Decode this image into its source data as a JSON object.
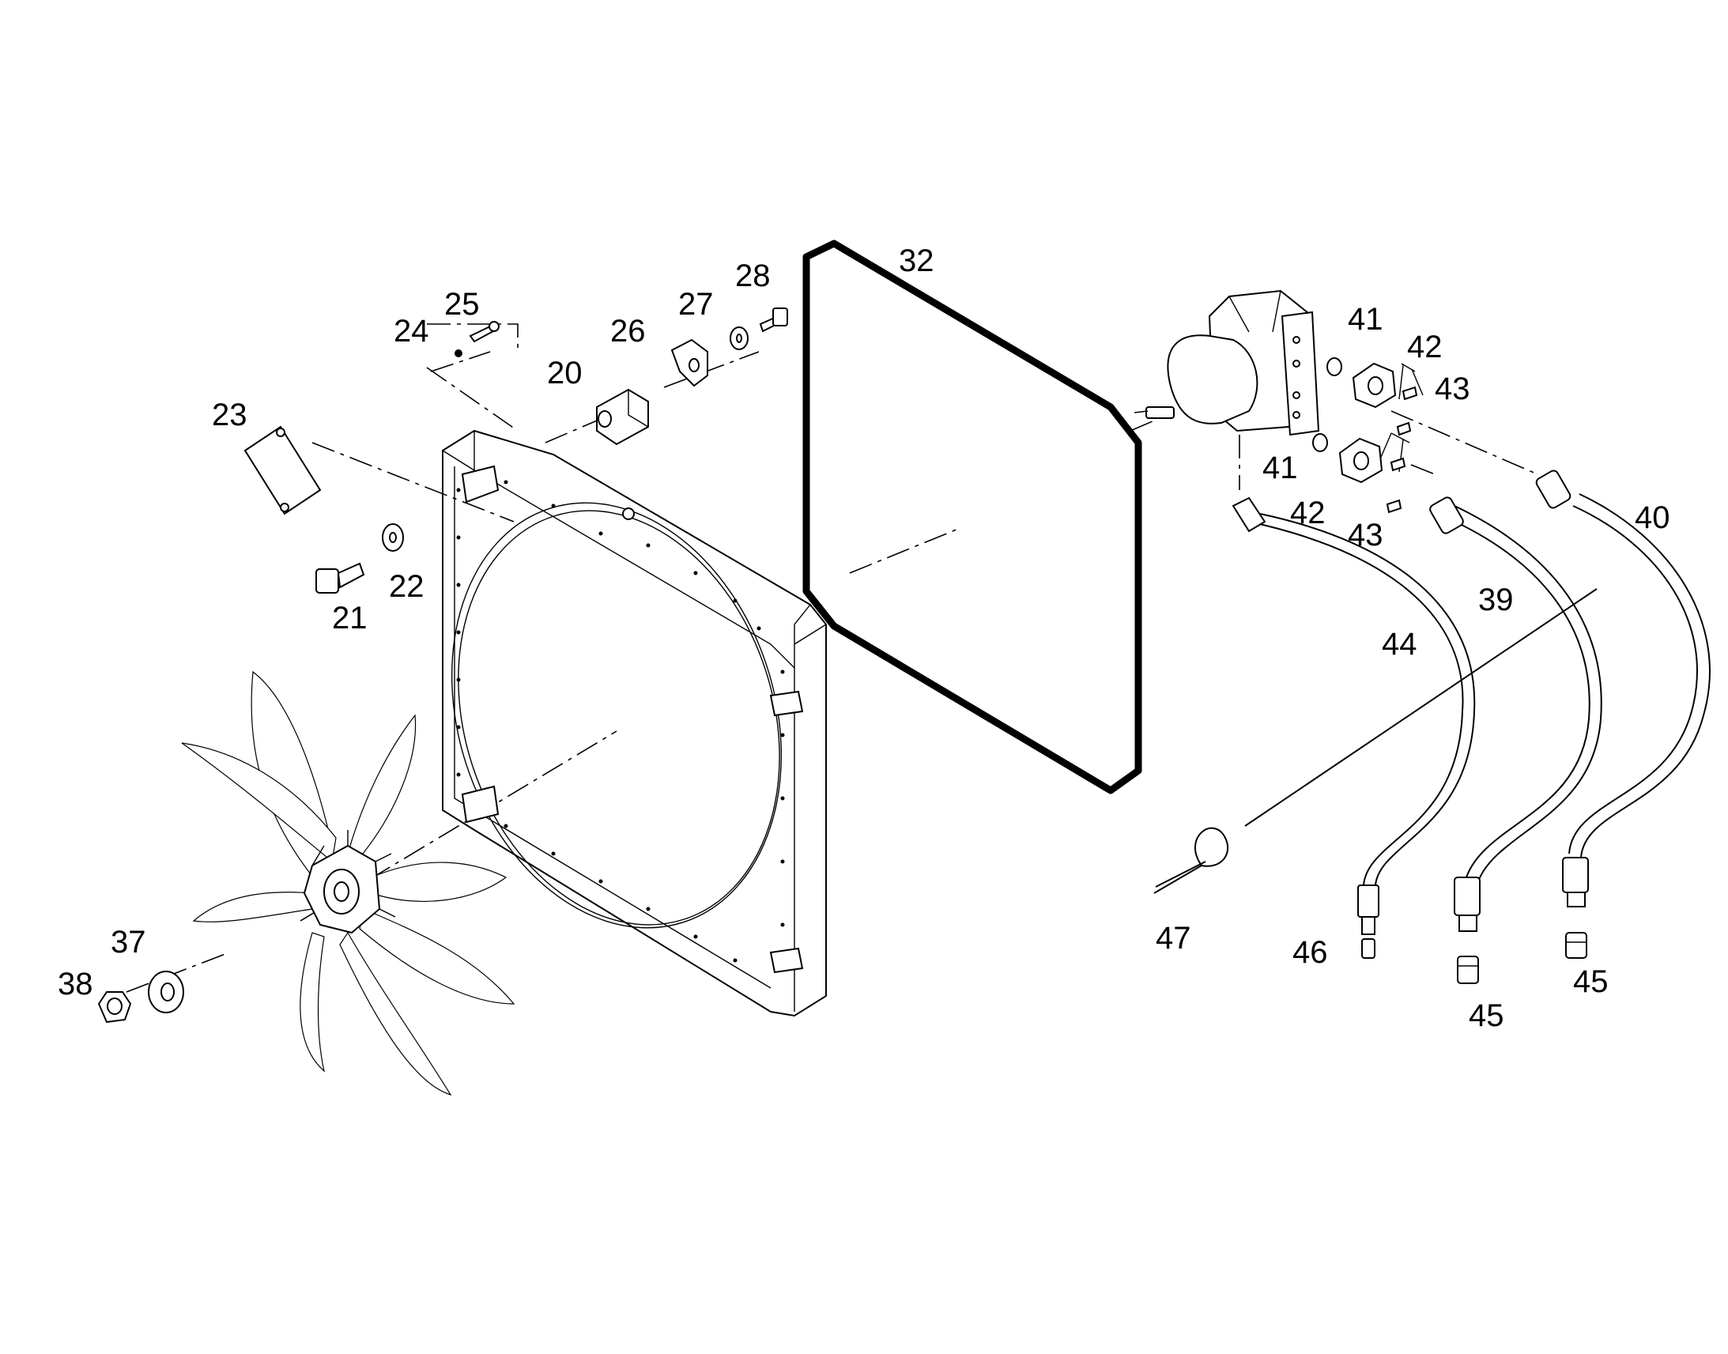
{
  "colors": {
    "line": "#000000",
    "background": "#ffffff"
  },
  "callouts": [
    {
      "id": "c20",
      "text": "20"
    },
    {
      "id": "c21",
      "text": "21"
    },
    {
      "id": "c22",
      "text": "22"
    },
    {
      "id": "c23",
      "text": "23"
    },
    {
      "id": "c24",
      "text": "24"
    },
    {
      "id": "c25",
      "text": "25"
    },
    {
      "id": "c26",
      "text": "26"
    },
    {
      "id": "c27",
      "text": "27"
    },
    {
      "id": "c28",
      "text": "28"
    },
    {
      "id": "c32",
      "text": "32"
    },
    {
      "id": "c37",
      "text": "37"
    },
    {
      "id": "c38",
      "text": "38"
    },
    {
      "id": "c39",
      "text": "39"
    },
    {
      "id": "c40",
      "text": "40"
    },
    {
      "id": "c41a",
      "text": "41"
    },
    {
      "id": "c41b",
      "text": "41"
    },
    {
      "id": "c42a",
      "text": "42"
    },
    {
      "id": "c42b",
      "text": "42"
    },
    {
      "id": "c43a",
      "text": "43"
    },
    {
      "id": "c43b",
      "text": "43"
    },
    {
      "id": "c44",
      "text": "44"
    },
    {
      "id": "c45a",
      "text": "45"
    },
    {
      "id": "c45b",
      "text": "45"
    },
    {
      "id": "c46",
      "text": "46"
    },
    {
      "id": "c47",
      "text": "47"
    }
  ]
}
